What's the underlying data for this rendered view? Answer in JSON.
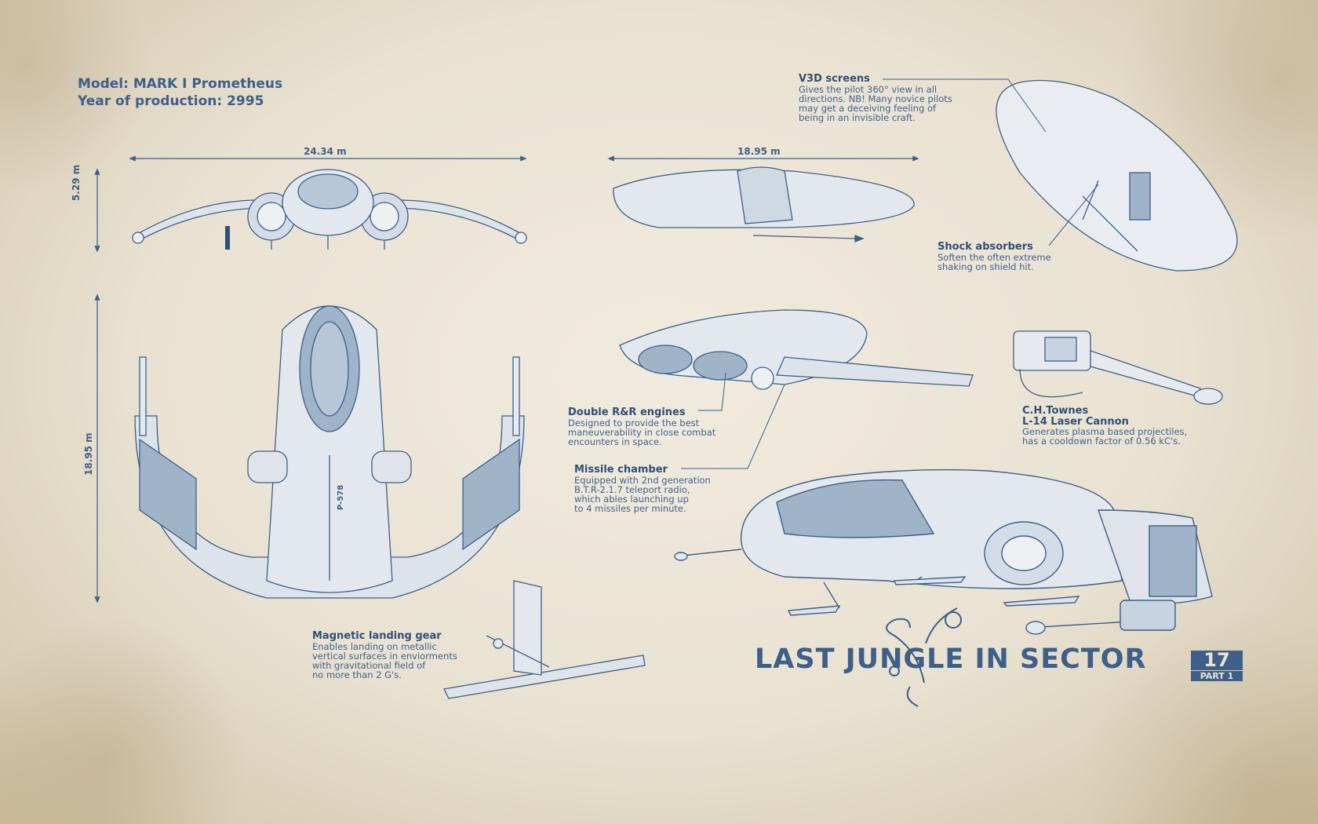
{
  "header": {
    "model": "Model: MARK I Prometheus",
    "year": "Year of production: 2995"
  },
  "dimensions": {
    "front_width": "24.34 m",
    "front_height": "5.29 m",
    "side_length": "18.95 m",
    "top_length": "18.95 m"
  },
  "hull_marking": "P-578",
  "callouts": {
    "v3d": {
      "title": "V3D screens",
      "lines": [
        "Gives the pilot 360° view in all",
        "directions. NB! Many novice pilots",
        "may get a deceiving feeling of",
        "being in an invisible craft."
      ]
    },
    "shock": {
      "title": "Shock absorbers",
      "lines": [
        "Soften the often extreme",
        "shaking on shield hit."
      ]
    },
    "engines": {
      "title": "Double R&R engines",
      "lines": [
        "Designed to provide the best",
        "maneuverability in close combat",
        "encounters in space."
      ]
    },
    "missile": {
      "title": "Missile chamber",
      "lines": [
        "Equipped with 2nd generation",
        "B.T.R-2.1.7 teleport radio,",
        "which ables launching up",
        "to 4 missiles per minute."
      ]
    },
    "cannon": {
      "title1": "C.H.Townes",
      "title2": "L-14 Laser Cannon",
      "lines": [
        "Generates plasma based projectiles,",
        "has a cooldown factor of 0.56 kC's."
      ]
    },
    "landing": {
      "title": "Magnetic landing gear",
      "lines": [
        "Enables landing on metallic",
        "vertical surfaces in enviorments",
        "with gravitational field of",
        "no more than 2 G's."
      ]
    }
  },
  "brand": {
    "title": "LAST JUNGLE IN SECTOR",
    "number": "17",
    "part": "PART 1"
  },
  "colors": {
    "paper": "#ebe4d4",
    "ink": "#3d5f88",
    "fill": "#c7d3e0",
    "fill_dark": "#9fb3c9"
  }
}
